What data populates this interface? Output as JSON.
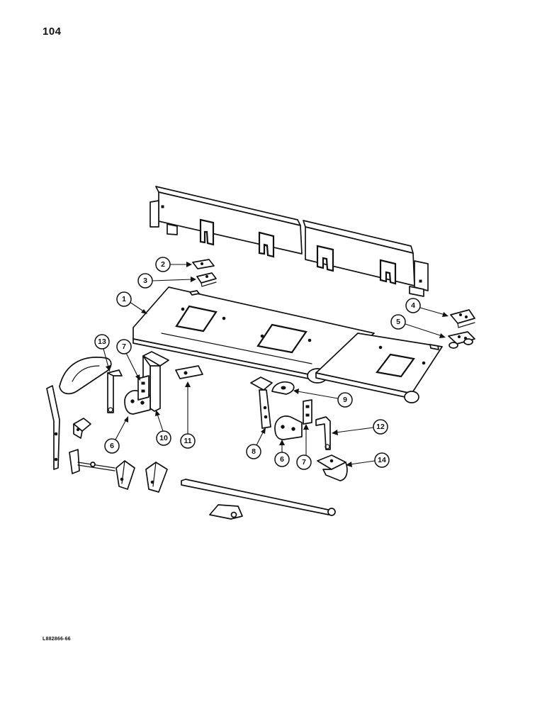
{
  "page": {
    "number": "104",
    "figure_code": "L882866-66"
  },
  "callouts": [
    "1",
    "2",
    "3",
    "4",
    "5",
    "6",
    "6",
    "7",
    "7",
    "8",
    "9",
    "10",
    "11",
    "12",
    "13",
    "14"
  ],
  "colors": {
    "ink": "#111111",
    "paper": "#ffffff"
  }
}
